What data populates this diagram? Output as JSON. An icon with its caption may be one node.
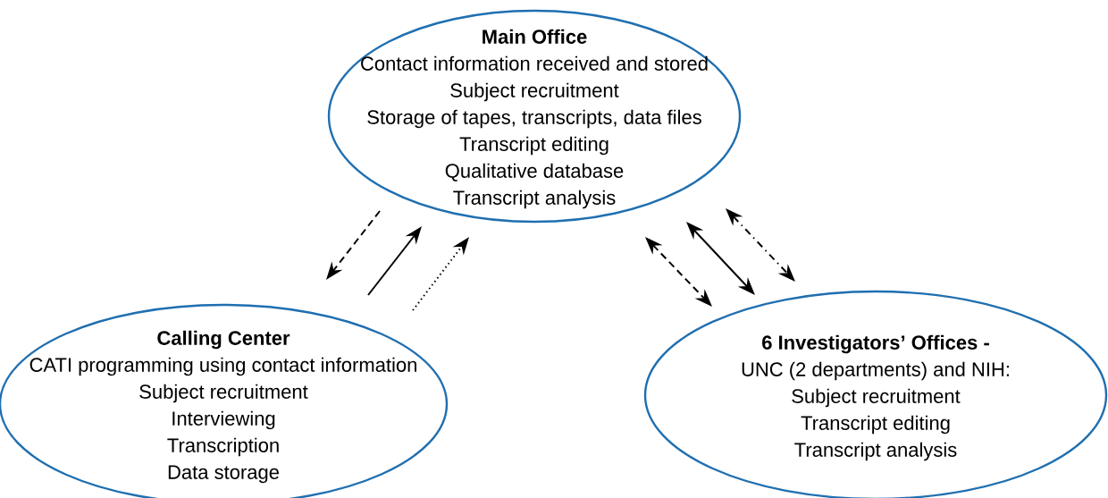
{
  "diagram": {
    "nodes": [
      {
        "text": [
          "Main Office",
          "Contact information received and stored",
          "Subject recruitment",
          "Storage of tapes, transcripts, data files",
          "Transcript editing",
          "Qualitative database",
          "Transcript analysis"
        ]
      },
      {
        "text": [
          "Calling Center",
          "CATI programming using contact information",
          "Subject recruitment",
          "Interviewing",
          "Transcription",
          "Data storage"
        ]
      },
      {
        "text": [
          "6 Investigators’ Offices -",
          "UNC (2 departments) and NIH:",
          "Subject recruitment",
          "Transcript editing",
          "Transcript analysis"
        ]
      }
    ],
    "edges": [
      {
        "from": 0,
        "to": 1,
        "arrow": "to",
        "style": "dashed"
      },
      {
        "from": 1,
        "to": 0,
        "arrow": "to"
      },
      {
        "from": 1,
        "to": 0,
        "arrow": "to",
        "style": "dashed"
      },
      {
        "from": 0,
        "to": 2,
        "arrow": "both",
        "style": "dashed"
      },
      {
        "from": 0,
        "to": 2,
        "arrow": "both"
      },
      {
        "from": 0,
        "to": 2,
        "arrow": "both",
        "style": "dashed"
      }
    ]
  }
}
